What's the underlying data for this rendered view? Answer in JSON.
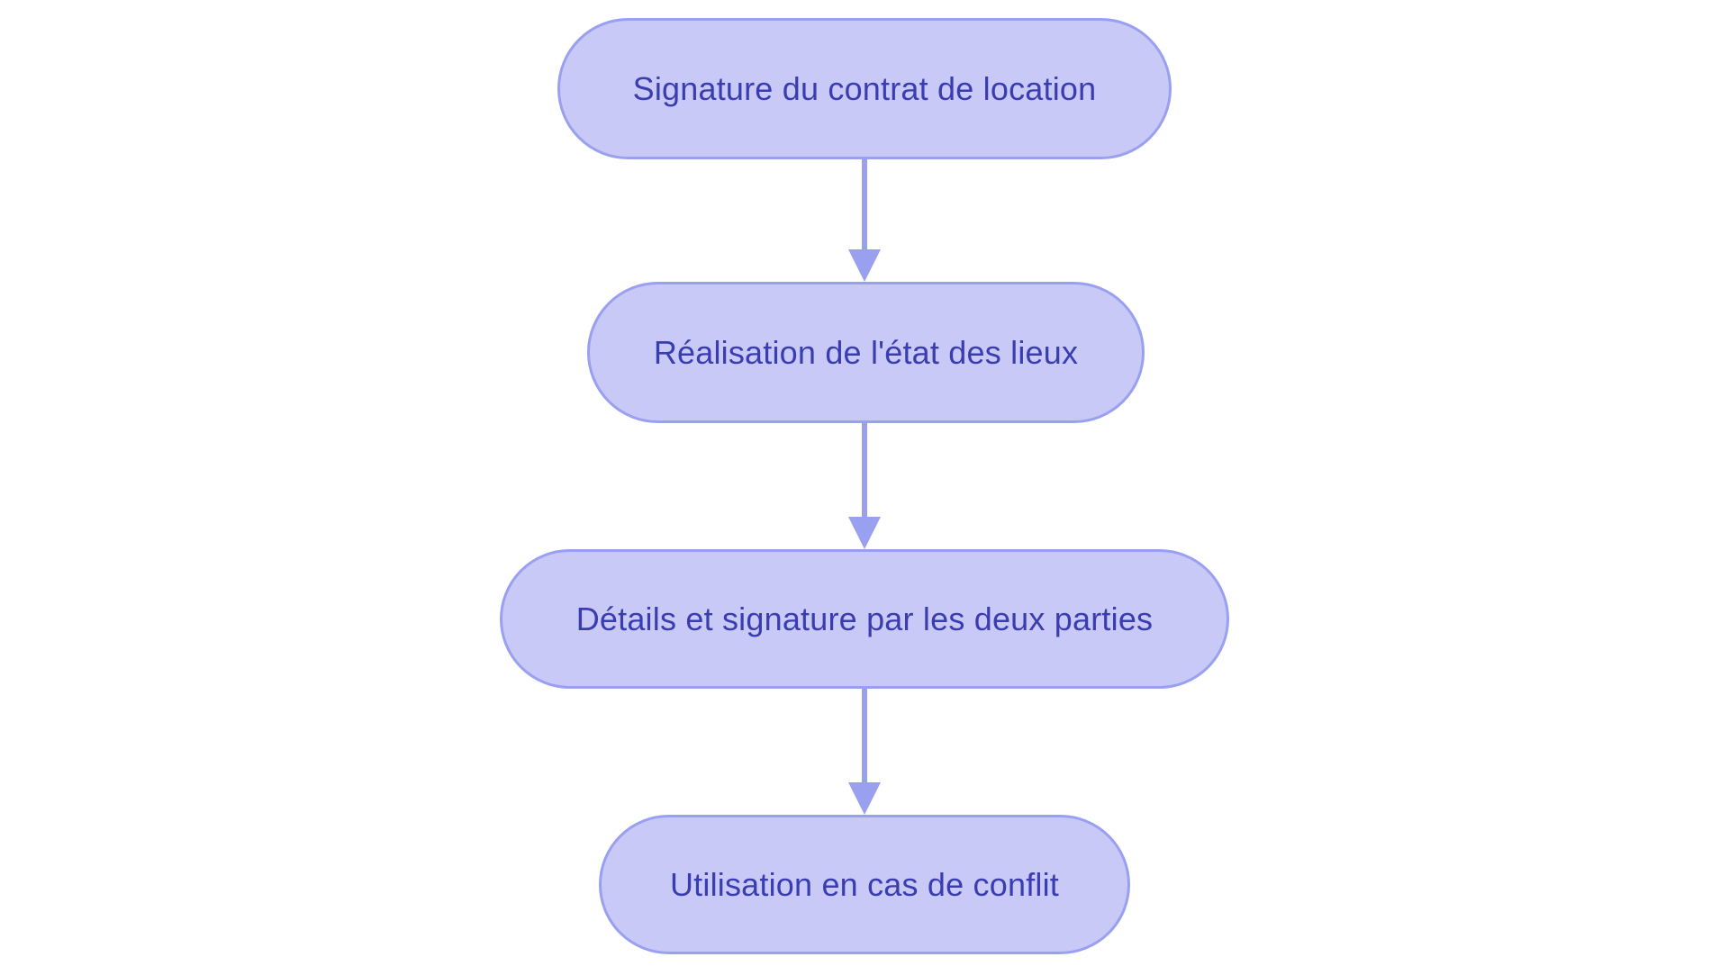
{
  "diagram": {
    "type": "flowchart",
    "direction": "top-down",
    "colors": {
      "background": "#ffffff",
      "node_fill": "#c8c9f7",
      "node_border": "#9aa0f0",
      "node_text": "#3a3db0",
      "arrow": "#9aa0f0"
    },
    "nodes": [
      {
        "id": "step-1",
        "label": "Signature du contrat de location"
      },
      {
        "id": "step-2",
        "label": "Réalisation de l'état des lieux"
      },
      {
        "id": "step-3",
        "label": "Détails et signature par les deux parties"
      },
      {
        "id": "step-4",
        "label": "Utilisation en cas de conflit"
      }
    ],
    "edges": [
      {
        "from": "step-1",
        "to": "step-2"
      },
      {
        "from": "step-2",
        "to": "step-3"
      },
      {
        "from": "step-3",
        "to": "step-4"
      }
    ]
  }
}
